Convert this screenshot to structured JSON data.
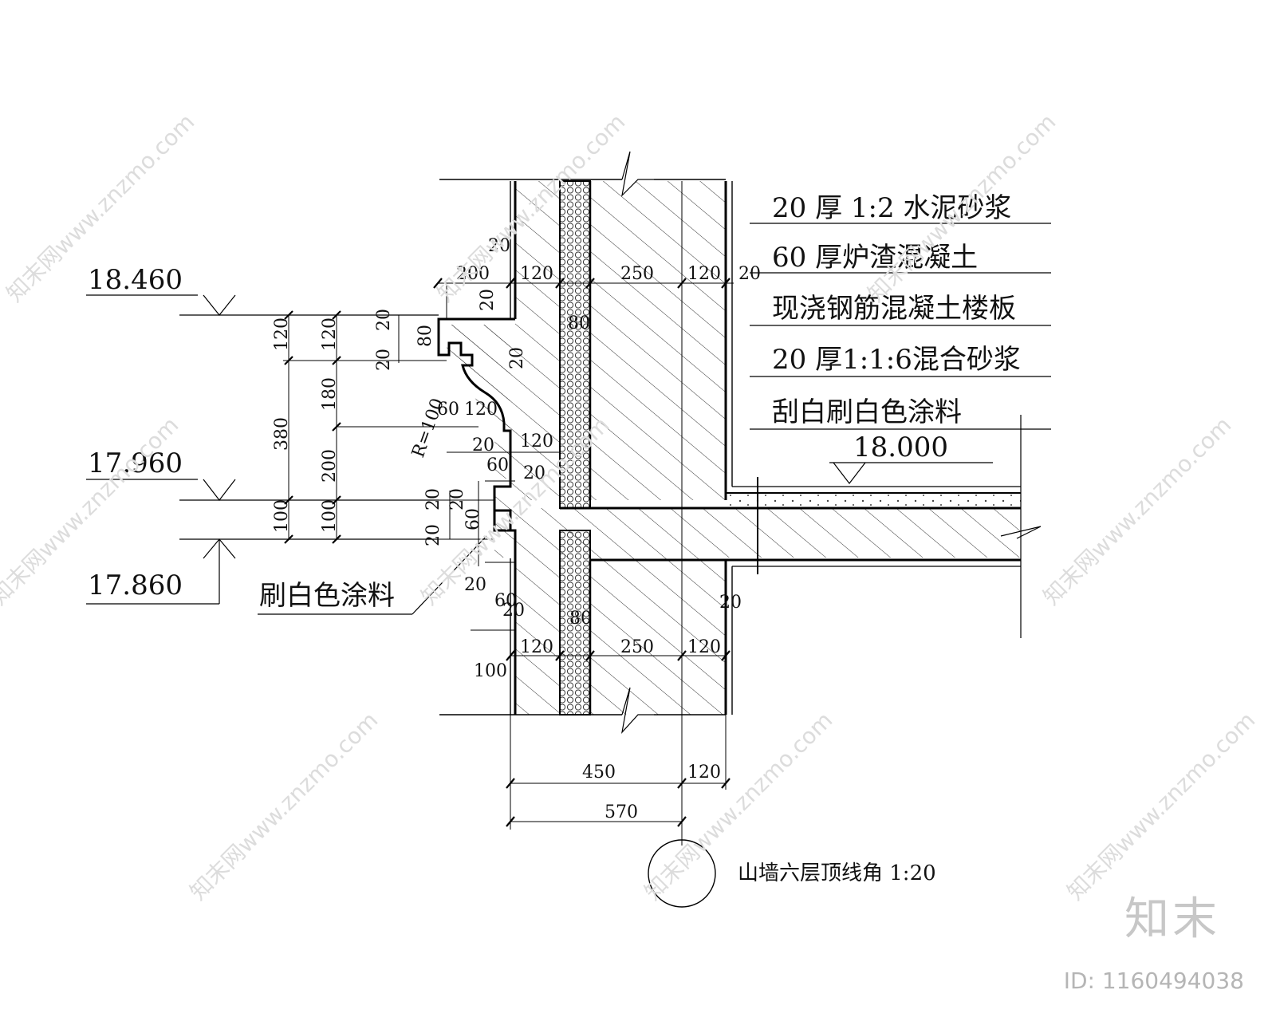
{
  "elevations": [
    "18.460",
    "17.960",
    "17.860",
    "18.000"
  ],
  "layers": [
    "20 厚 1:2 水泥砂浆",
    "60 厚炉渣混凝土",
    "现浇钢筋混凝土楼板",
    "20 厚1:1:6混合砂浆",
    "刮白刷白色涂料"
  ],
  "paint_note": "刷白色涂料",
  "radius_label": "R=100",
  "dims": {
    "top": [
      "20",
      "200",
      "120",
      "250",
      "120",
      "20",
      "20"
    ],
    "left_outer": [
      "120",
      "380",
      "100"
    ],
    "left_inner": [
      "120",
      "180",
      "200",
      "100"
    ],
    "left_small": [
      "20",
      "80",
      "20",
      "20",
      "20",
      "60",
      "20"
    ],
    "mid": [
      "20",
      "60",
      "120",
      "20",
      "120",
      "60",
      "20",
      "80"
    ],
    "lower": [
      "20",
      "60",
      "20",
      "20",
      "80"
    ],
    "bottom": [
      "120",
      "250",
      "120",
      "100"
    ],
    "totals": [
      "450",
      "120",
      "570"
    ]
  },
  "title": "山墙六层顶线角 1:20",
  "watermark": "知末网www.znzmo.com",
  "brand": "知末",
  "brand_id": "ID: 1160494038"
}
